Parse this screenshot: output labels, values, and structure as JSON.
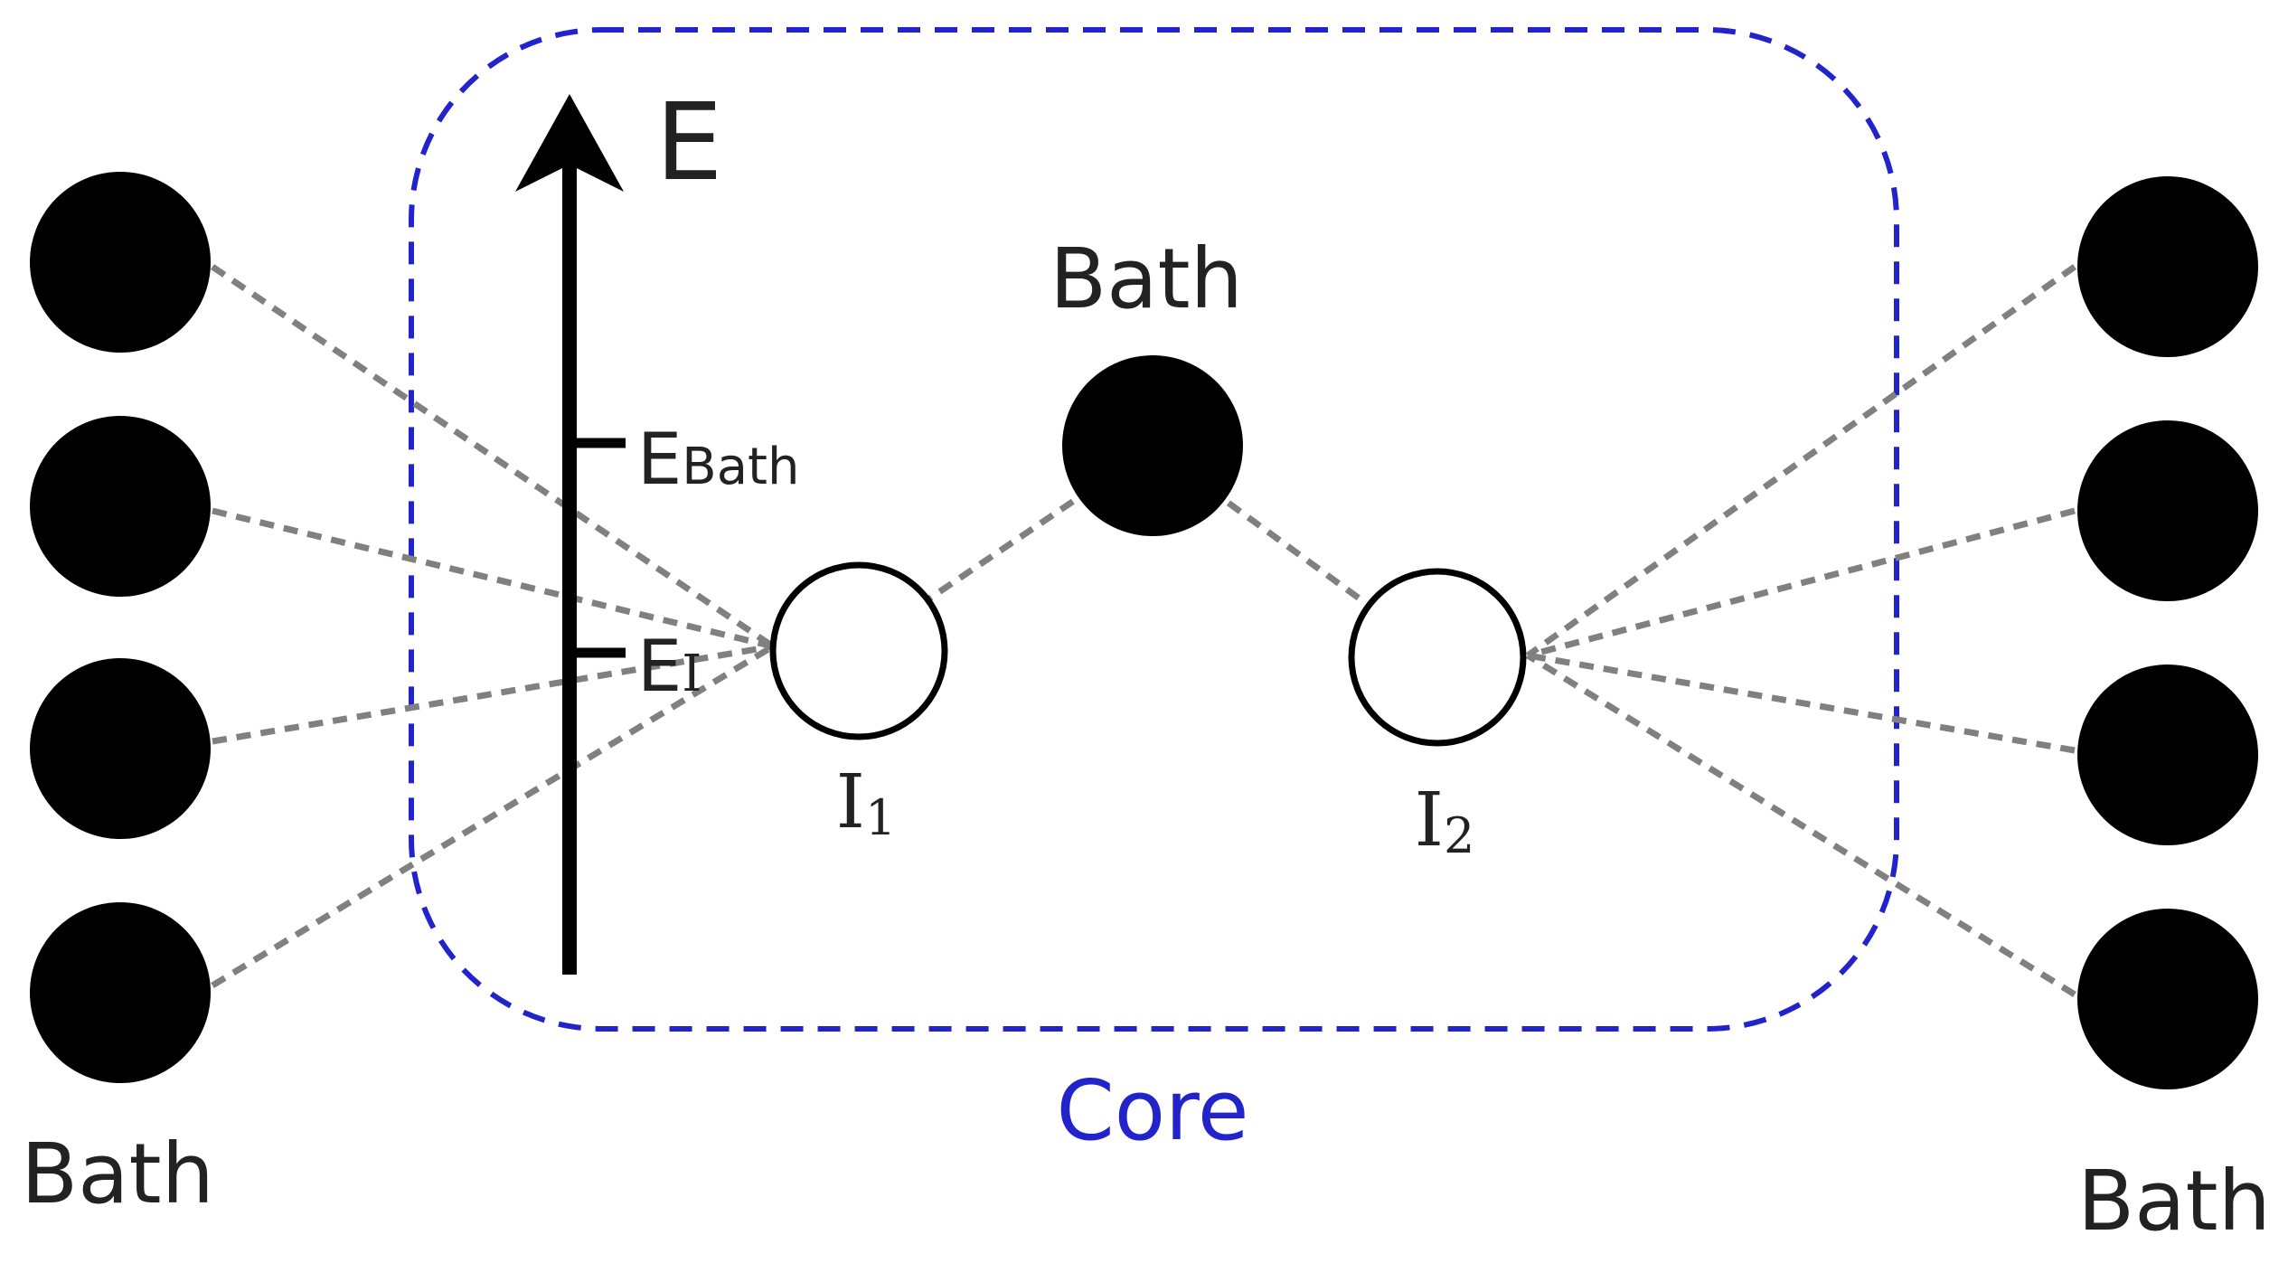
{
  "energy_axis": {
    "label": "E",
    "levels": [
      {
        "main": "E",
        "sub": "Bath"
      },
      {
        "main": "E",
        "sub": "I"
      }
    ]
  },
  "core": {
    "label": "Core",
    "color": "#2323cc"
  },
  "nodes": {
    "center_bath_label": "Bath",
    "left_bath_label": "Bath",
    "right_bath_label": "Bath",
    "impurity_1": {
      "main": "I",
      "sub": "1"
    },
    "impurity_2": {
      "main": "I",
      "sub": "2"
    }
  },
  "colors": {
    "bath_node": "#000000",
    "impurity_fill": "#ffffff",
    "link": "#808080",
    "text": "#222222"
  }
}
